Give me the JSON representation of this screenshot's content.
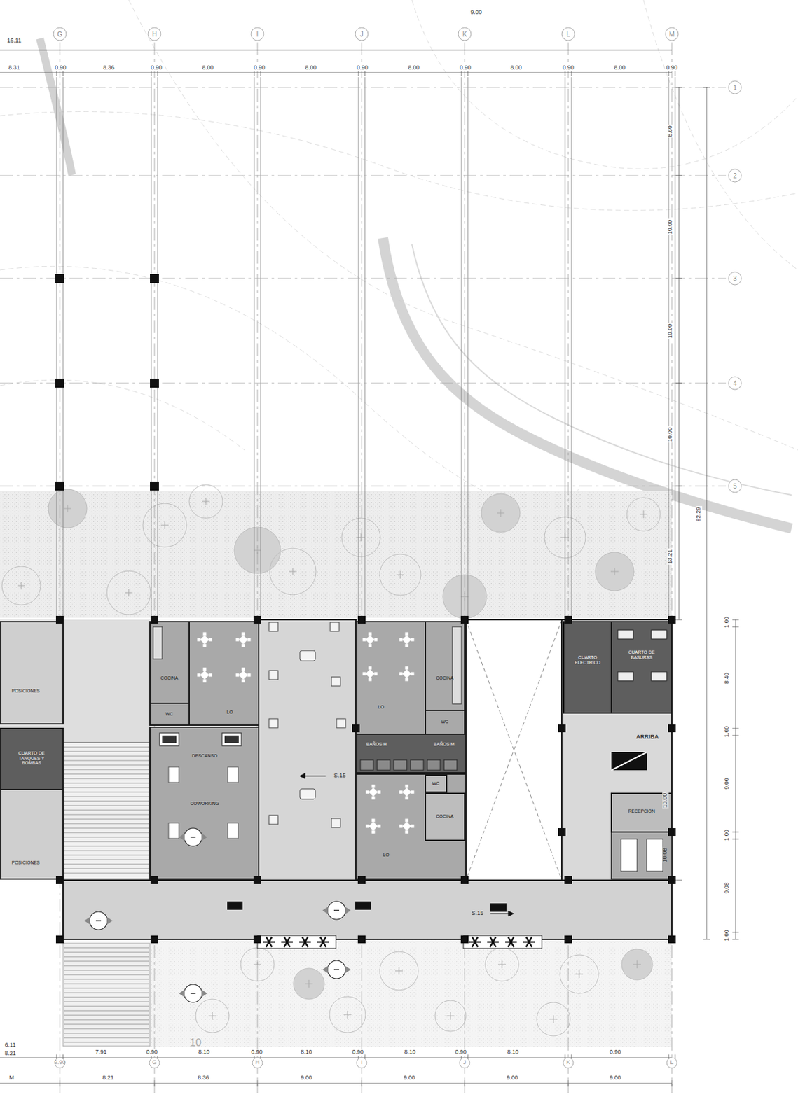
{
  "diagram": {
    "nodes": [
      {
        "text": [
          "POSICIONES"
        ]
      },
      {
        "text": [
          "CUARTO DE TANQUES Y BOMBAS"
        ]
      },
      {
        "text": [
          "POSICIONES"
        ]
      },
      {
        "text": [
          "COCINA"
        ]
      },
      {
        "text": [
          "WC"
        ]
      },
      {
        "text": [
          "LO"
        ]
      },
      {
        "text": [
          "DESCANSO",
          "COWORKING"
        ]
      },
      {
        "text": [
          "LO"
        ]
      },
      {
        "text": [
          "COCINA"
        ]
      },
      {
        "text": [
          "WC"
        ]
      },
      {
        "text": [
          "BAÑOS H",
          "BAÑOS M"
        ]
      },
      {
        "text": [
          "LO"
        ]
      },
      {
        "text": [
          "WC"
        ],
        "in": 11
      },
      {
        "text": [
          "COCINA"
        ],
        "in": 11
      },
      {
        "text": [
          "CUARTO ELECTRICO"
        ]
      },
      {
        "text": [
          "CUARTO DE BASURAS"
        ]
      },
      {
        "text": [
          "RECEPCION"
        ]
      }
    ],
    "labels": [
      "16.11",
      "G",
      "H",
      "I",
      "J",
      "K",
      "L",
      "M",
      "8.31",
      "0.90",
      "8.36",
      "0.90",
      "8.00",
      "0.90",
      "8.00",
      "0.90",
      "8.00",
      "0.90",
      "8.00",
      "0.90",
      "8.00",
      "0.90",
      "1",
      "2",
      "3",
      "4",
      "5",
      "8.60",
      "10.00",
      "10.00",
      "10.00",
      "13.21",
      "82.29",
      "1.00",
      "8.40",
      "1.00",
      "9.00",
      "1.00",
      "9.08",
      "1.00",
      "10.00",
      "10.08",
      "ARRIBA",
      "S.15",
      "S.15",
      "10",
      "6.11",
      "8.21",
      "7.91",
      "0.90",
      "8.10",
      "0.90",
      "8.10",
      "0.90",
      "8.10",
      "0.90",
      "8.10",
      "0.90",
      "9.90",
      "G",
      "H",
      "I",
      "J",
      "K",
      "L",
      "M",
      "8.21",
      "8.36",
      "9.00",
      "9.00",
      "9.00",
      "9.00",
      "9.00"
    ]
  }
}
